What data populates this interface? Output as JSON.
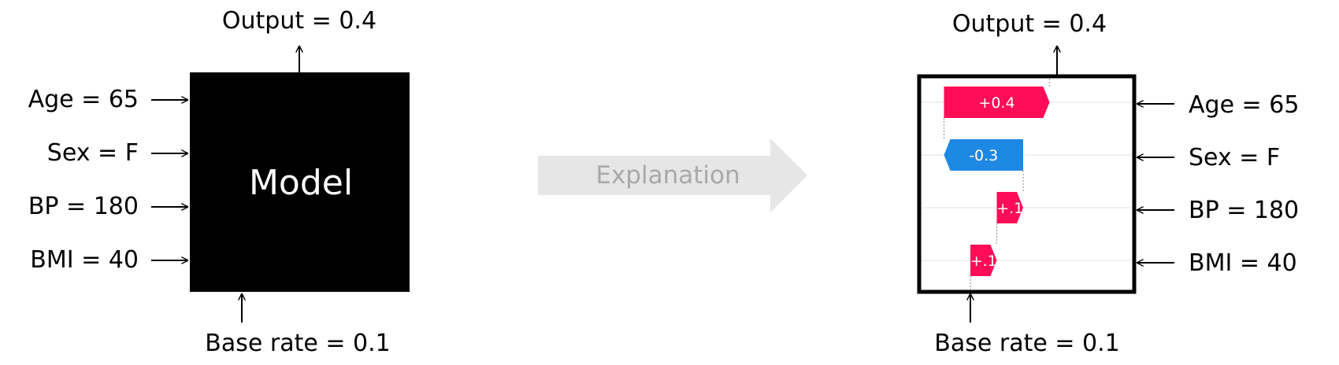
{
  "left": {
    "model_label": "Model",
    "output": "Output = 0.4",
    "base_rate": "Base rate = 0.1",
    "features": [
      "Age = 65",
      "Sex = F",
      "BP = 180",
      "BMI = 40"
    ]
  },
  "middle": {
    "arrow_label": "Explanation"
  },
  "right": {
    "output": "Output = 0.4",
    "base_rate": "Base rate = 0.1",
    "features": [
      "Age = 65",
      "Sex = F",
      "BP = 180",
      "BMI = 40"
    ],
    "contributions": [
      {
        "feature": "Age = 65",
        "value": 0.4,
        "label": "+0.4"
      },
      {
        "feature": "Sex = F",
        "value": -0.3,
        "label": "-0.3"
      },
      {
        "feature": "BP = 180",
        "value": 0.1,
        "label": "+.1"
      },
      {
        "feature": "BMI = 40",
        "value": 0.1,
        "label": "+.1"
      }
    ]
  },
  "colors": {
    "positive": "#ff0d57",
    "negative": "#1e88e5",
    "explanation_arrow": "#e6e6e6",
    "explanation_text": "#a9a9a9"
  }
}
